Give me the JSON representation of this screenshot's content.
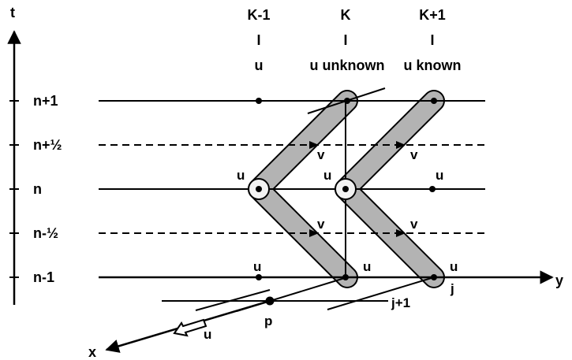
{
  "axes": {
    "t_label": "t",
    "y_label": "y",
    "x_label": "x"
  },
  "columns": {
    "k_minus_1": {
      "label": "K-1",
      "marker": "I",
      "state": "u"
    },
    "k": {
      "label": "K",
      "marker": "I",
      "state": "u unknown"
    },
    "k_plus_1": {
      "label": "K+1",
      "marker": "I",
      "state": "u known"
    }
  },
  "time_levels": [
    "n+1",
    "n+½",
    "n",
    "n-½",
    "n-1"
  ],
  "node_labels": {
    "u": "u",
    "v": "v",
    "j": "j",
    "j_plus_1": "j+1",
    "p": "p"
  },
  "colors": {
    "line": "#000000",
    "band_fill": "#b3b3b3",
    "band_outline": "#000000",
    "node_fill": "#f2f2f2",
    "background": "#ffffff"
  }
}
